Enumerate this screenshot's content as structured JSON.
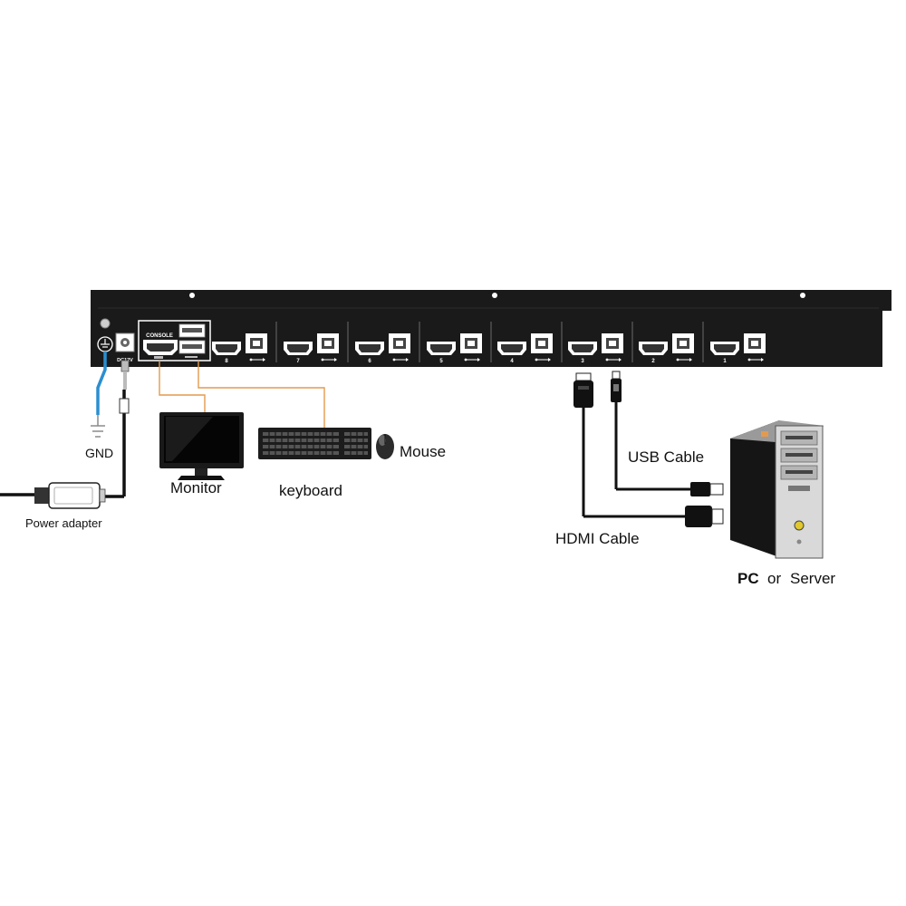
{
  "device": {
    "ports_count": 8,
    "port_numbers": [
      "8",
      "7",
      "6",
      "5",
      "4",
      "3",
      "2",
      "1"
    ],
    "console_label": "CONSOLE",
    "power_label": "DC12V"
  },
  "labels": {
    "gnd": "GND",
    "power_adapter": "Power adapter",
    "monitor": "Monitor",
    "keyboard": "keyboard",
    "mouse": "Mouse",
    "usb_cable": "USB Cable",
    "hdmi_cable": "HDMI Cable",
    "pc": "PC",
    "or": "or",
    "server": "Server"
  },
  "colors": {
    "chassis": "#1a1a1a",
    "gnd_wire": "#2a8fd0",
    "console_wire": "#e39a4e",
    "cable": "#111111"
  }
}
